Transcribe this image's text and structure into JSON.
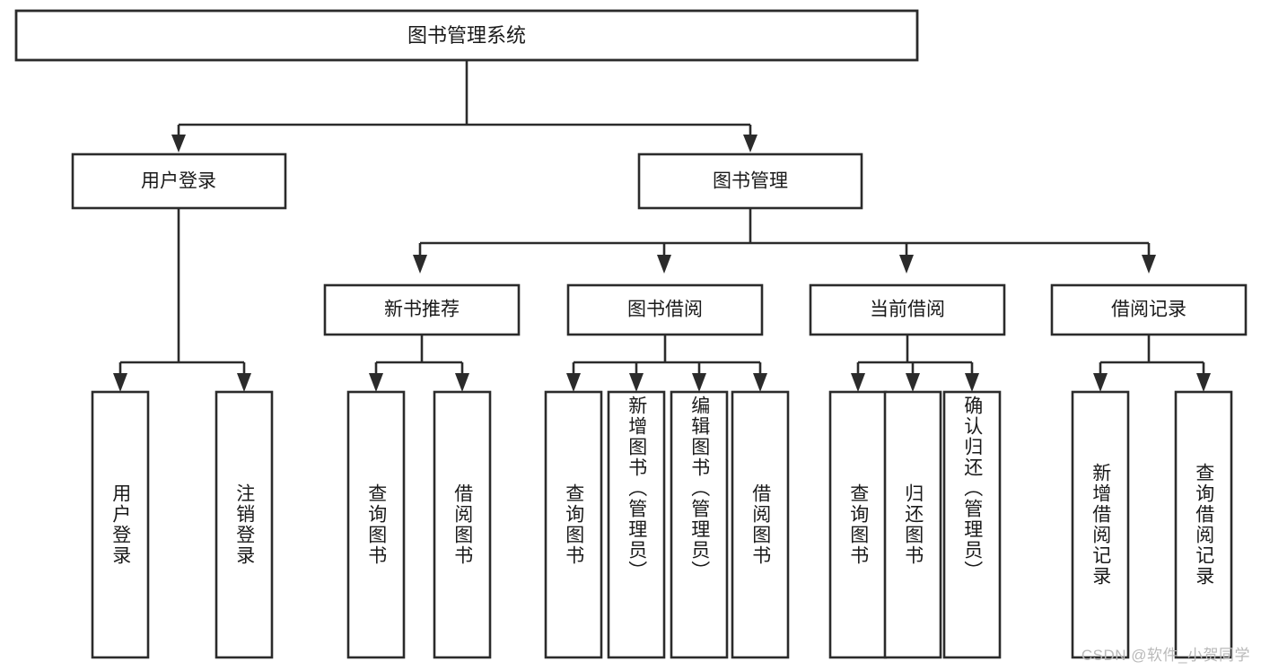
{
  "diagram": {
    "title": "图书管理系统",
    "watermark": "CSDN @软件_小贺同学",
    "colors": {
      "stroke": "#2b2b2b",
      "box_fill": "#ffffff",
      "text": "#1a1a1a",
      "background": "#ffffff",
      "watermark": "#b9b9b9"
    },
    "root": {
      "label": "图书管理系统"
    },
    "level2": [
      {
        "label": "用户登录"
      },
      {
        "label": "图书管理"
      }
    ],
    "level3": [
      {
        "label": "新书推荐"
      },
      {
        "label": "图书借阅"
      },
      {
        "label": "当前借阅"
      },
      {
        "label": "借阅记录"
      }
    ],
    "leaves": {
      "user_login": [
        {
          "label": "用户登录"
        },
        {
          "label": "注销登录"
        }
      ],
      "new_book_recommend": [
        {
          "label": "查询图书"
        },
        {
          "label": "借阅图书"
        }
      ],
      "book_borrow": [
        {
          "label": "查询图书"
        },
        {
          "label": "新增图书（管理员）"
        },
        {
          "label": "编辑图书（管理员）"
        },
        {
          "label": "借阅图书"
        }
      ],
      "current_borrow": [
        {
          "label": "查询图书"
        },
        {
          "label": "归还图书"
        },
        {
          "label": "确认归还（管理员）"
        }
      ],
      "borrow_record": [
        {
          "label": "新增借阅记录"
        },
        {
          "label": "查询借阅记录"
        }
      ]
    }
  }
}
